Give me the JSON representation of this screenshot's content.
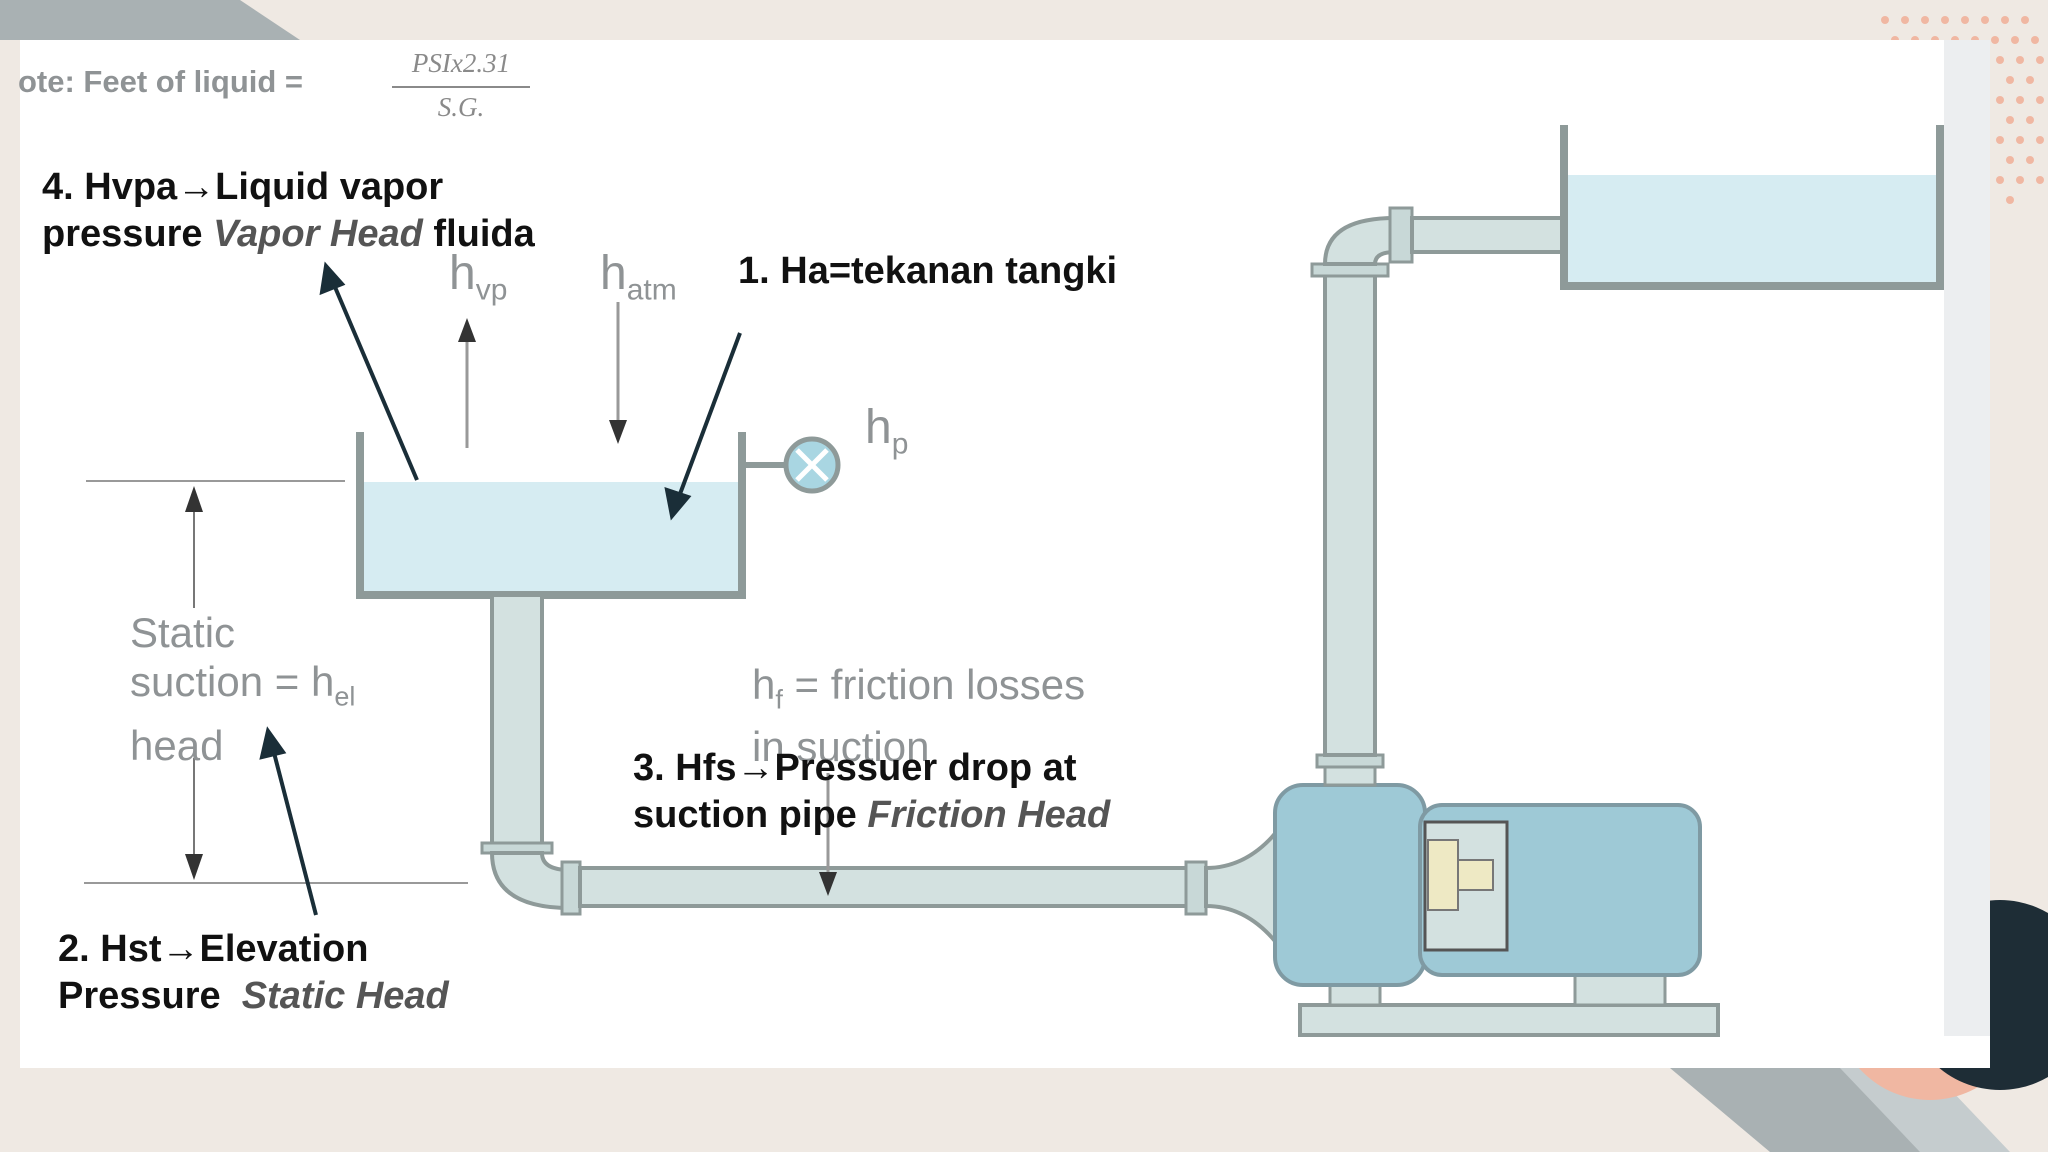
{
  "note": {
    "prefix": "ote: Feet of liquid =",
    "numerator": "PSIx2.31",
    "denominator": "S.G."
  },
  "labels": {
    "vapor": {
      "line1": "4. Hvpa",
      "arrow": "→",
      "line1b": "Liquid vapor",
      "line2a": "pressure ",
      "line2b": "Vapor Head",
      "line2c": " fluida"
    },
    "tank": {
      "text": "1. Ha=tekanan tangki"
    },
    "friction": {
      "line1": "3. Hfs",
      "arrow": "→",
      "line1b": "Pressuer drop at",
      "line2a": "suction pipe ",
      "line2b": "Friction Head"
    },
    "elevation": {
      "line1": "2. Hst",
      "arrow": "→",
      "line1b": "Elevation",
      "line2a": "Pressure  ",
      "line2b": "Static Head"
    }
  },
  "diagram": {
    "h": "h",
    "sub_vp": "vp",
    "sub_atm": "atm",
    "sub_p": "p",
    "sub_el": "el",
    "sub_f": "f",
    "static_line1": "Static",
    "static_line2a": "suction = h",
    "static_line3": "head",
    "friction_line1b": " = friction losses",
    "friction_line2": "in suction"
  },
  "colors": {
    "water": "#d6ecf2",
    "pump": "#9ec9d6",
    "pipe": "#d3e1e0",
    "pointer": "#1a2e38",
    "accent_dark": "#1e2d36",
    "accent_salmon": "#f0b7a2",
    "band_gray": "#a9b1b3"
  }
}
